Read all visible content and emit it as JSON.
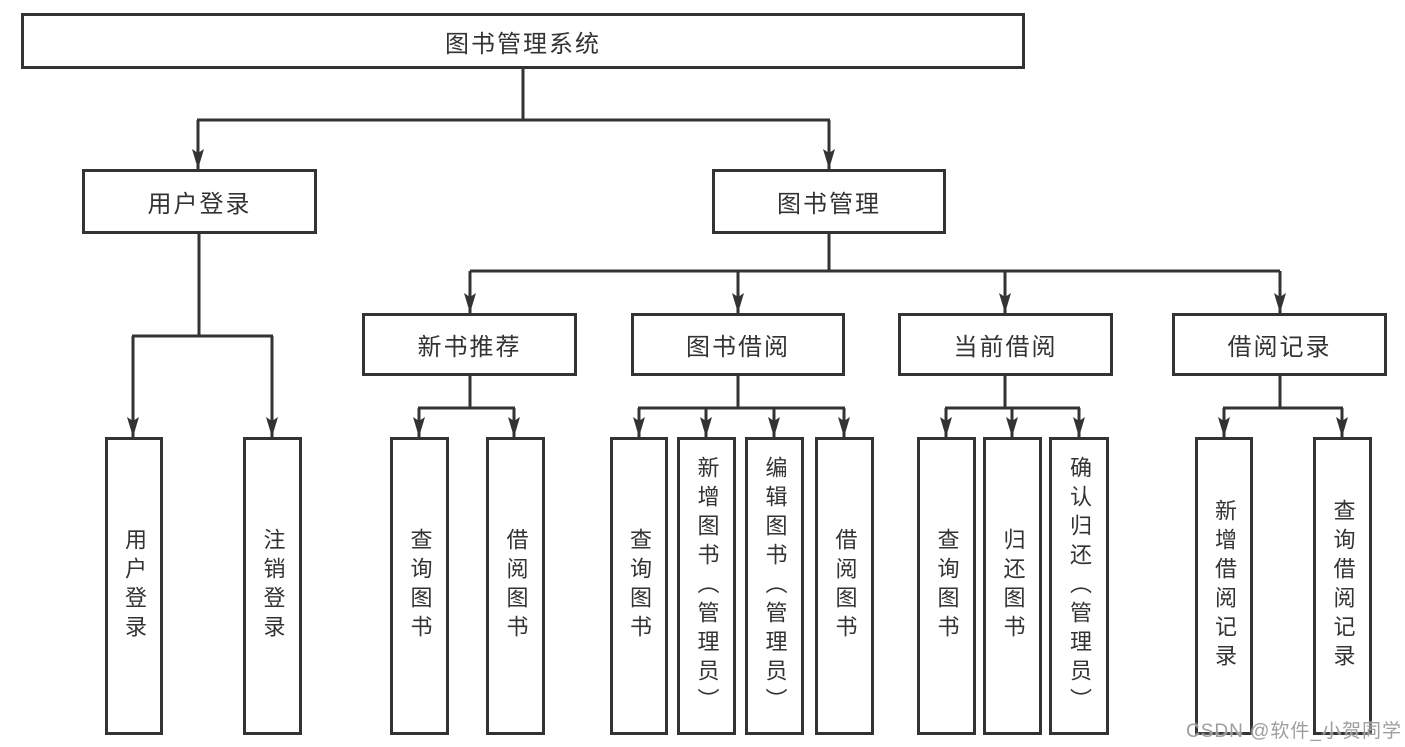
{
  "diagram": {
    "type": "hierarchy-diagram",
    "title": "图书管理系统",
    "watermark": "CSDN @软件_小贺同学",
    "colors": {
      "line": "#333333",
      "text": "#333333",
      "box_background": "#ffffff",
      "page_background": "#ffffff",
      "watermark_text": "#9e9e9e"
    },
    "nodes": {
      "root": "图书管理系统",
      "user_login": "用户登录",
      "book_mgmt": "图书管理",
      "new_book_rec": "新书推荐",
      "book_borrow": "图书借阅",
      "current_borrow": "当前借阅",
      "borrow_records": "借阅记录",
      "leaf_user_login": "用户登录",
      "leaf_logout": "注销登录",
      "leaf_nbr_query_books": "查询图书",
      "leaf_nbr_borrow_books": "借阅图书",
      "leaf_bb_query_books": "查询图书",
      "leaf_bb_add_books": "新增图书（管理员）",
      "leaf_bb_edit_books": "编辑图书（管理员）",
      "leaf_bb_borrow_books": "借阅图书",
      "leaf_cb_query_books": "查询图书",
      "leaf_cb_return_books": "归还图书",
      "leaf_cb_confirm_return": "确认归还（管理员）",
      "leaf_br_add_record": "新增借阅记录",
      "leaf_br_query_record": "查询借阅记录"
    },
    "hierarchy": {
      "图书管理系统": [
        "用户登录",
        "图书管理"
      ],
      "用户登录": [
        "用户登录",
        "注销登录"
      ],
      "图书管理": [
        "新书推荐",
        "图书借阅",
        "当前借阅",
        "借阅记录"
      ],
      "新书推荐": [
        "查询图书",
        "借阅图书"
      ],
      "图书借阅": [
        "查询图书",
        "新增图书（管理员）",
        "编辑图书（管理员）",
        "借阅图书"
      ],
      "当前借阅": [
        "查询图书",
        "归还图书",
        "确认归还（管理员）"
      ],
      "借阅记录": [
        "新增借阅记录",
        "查询借阅记录"
      ]
    }
  }
}
